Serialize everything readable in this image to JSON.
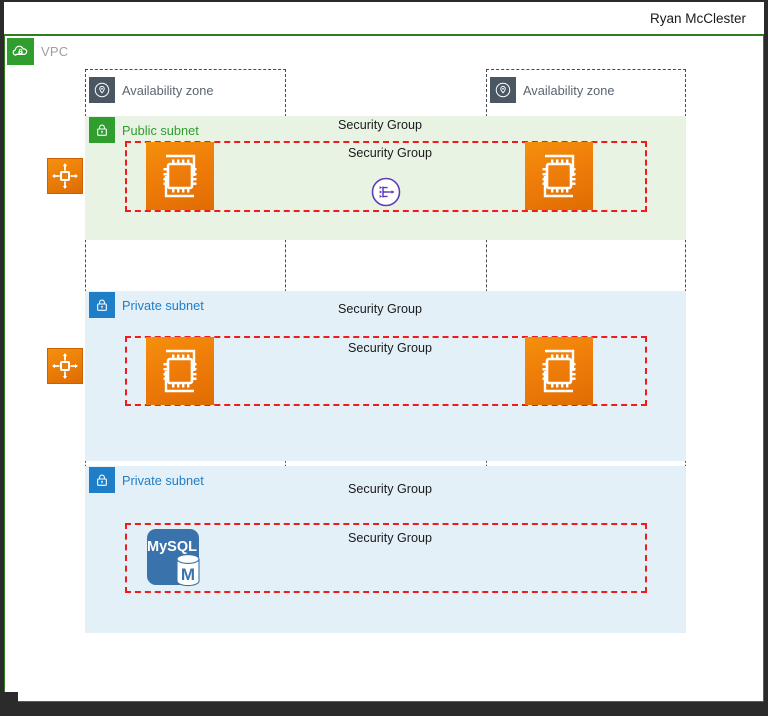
{
  "header": {
    "user_name": "Ryan McClester"
  },
  "vpc": {
    "label": "VPC",
    "icon": "vpc-cloud-lock-icon",
    "accent_color": "#2f9e2f"
  },
  "availability_zones": [
    {
      "label": "Availability zone",
      "icon": "location-pin-icon"
    },
    {
      "label": "Availability zone",
      "icon": "location-pin-icon"
    }
  ],
  "subnets": [
    {
      "label": "Public subnet",
      "type": "public",
      "icon": "lock-icon",
      "color": "#2f9e2f",
      "band_color": "#e9f3e4",
      "security_group_outer_label": "Security Group",
      "security_group_inner_label": "Security Group",
      "instances": [
        {
          "name": "ec2-instance",
          "icon": "ec2-chip-icon",
          "zone": 1
        },
        {
          "name": "ec2-instance",
          "icon": "ec2-chip-icon",
          "zone": 2
        }
      ],
      "load_balancer": {
        "name": "elastic-load-balancer",
        "icon": "load-balancer-icon",
        "color": "#5f3dbb"
      },
      "gateway": {
        "name": "elastic-network-interface",
        "icon": "network-interface-icon",
        "color": "#ef7d09"
      }
    },
    {
      "label": "Private subnet",
      "type": "private",
      "icon": "lock-icon",
      "color": "#1e7ec8",
      "band_color": "#e3f0f8",
      "security_group_outer_label": "Security Group",
      "security_group_inner_label": "Security Group",
      "instances": [
        {
          "name": "ec2-instance",
          "icon": "ec2-chip-icon",
          "zone": 1
        },
        {
          "name": "ec2-instance",
          "icon": "ec2-chip-icon",
          "zone": 2
        }
      ],
      "gateway": {
        "name": "elastic-network-interface",
        "icon": "network-interface-icon",
        "color": "#ef7d09"
      }
    },
    {
      "label": "Private subnet",
      "type": "private",
      "icon": "lock-icon",
      "color": "#1e7ec8",
      "band_color": "#e3f0f8",
      "security_group_outer_label": "Security Group",
      "security_group_inner_label": "Security Group",
      "databases": [
        {
          "name": "mysql-database",
          "icon": "mysql-icon",
          "label": "MySQL",
          "badge": "M",
          "color": "#3a73ab",
          "zone": 1
        }
      ]
    }
  ],
  "colors": {
    "security_group_border": "#f21b1b",
    "availability_zone_border": "#444b52",
    "public_subnet": "#2f9e2f",
    "private_subnet": "#1e7ec8",
    "ec2_orange": "#ef7d09",
    "elb_purple": "#5f3dbb",
    "mysql_blue": "#3a73ab"
  }
}
